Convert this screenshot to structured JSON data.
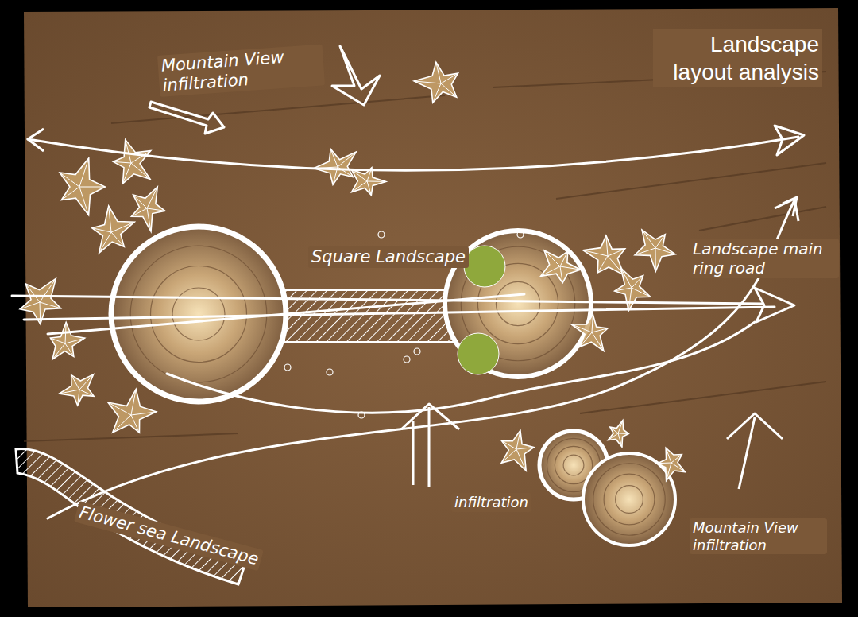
{
  "diagram": {
    "title": "Landscape layout analysis",
    "labels": [
      "Mountain View infiltration",
      "Square Landscape",
      "Landscape main ring road",
      "infiltration",
      "Mountain View infiltration",
      "Flower sea Landscape"
    ]
  }
}
